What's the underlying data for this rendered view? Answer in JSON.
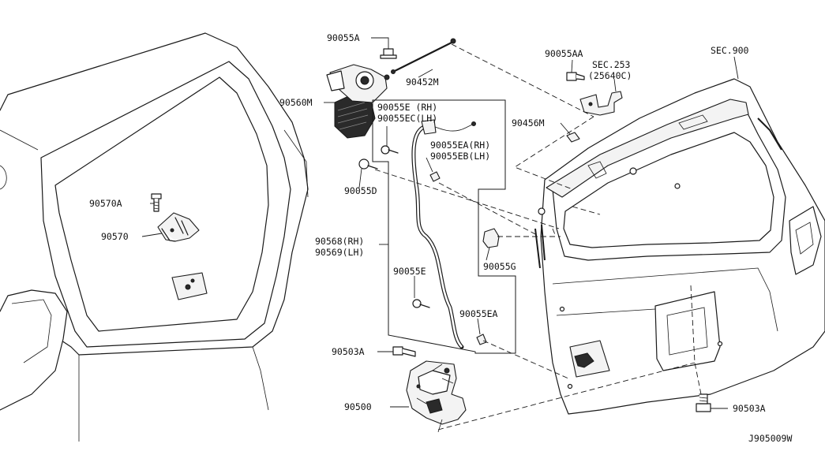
{
  "diagram_id": "J905009W",
  "labels": {
    "p90055A": "90055A",
    "p90452M": "90452M",
    "p90560M": "90560M",
    "p90055E_rh": "90055E (RH)",
    "p90055EC_lh": "90055EC(LH)",
    "p90055EA_rh": "90055EA(RH)",
    "p90055EB_lh": "90055EB(LH)",
    "p90055D": "90055D",
    "p90570A": "90570A",
    "p90570": "90570",
    "p90568_rh": "90568(RH)",
    "p90569_lh": "90569(LH)",
    "p90055E": "90055E",
    "p90055G": "90055G",
    "p90055EA": "90055EA",
    "p90503A_left": "90503A",
    "p90500": "90500",
    "p90503A_right": "90503A",
    "p90055AA": "90055AA",
    "sec253": "SEC.253",
    "p25640C": "(25640C)",
    "p90456M": "90456M",
    "sec900": "SEC.900"
  }
}
